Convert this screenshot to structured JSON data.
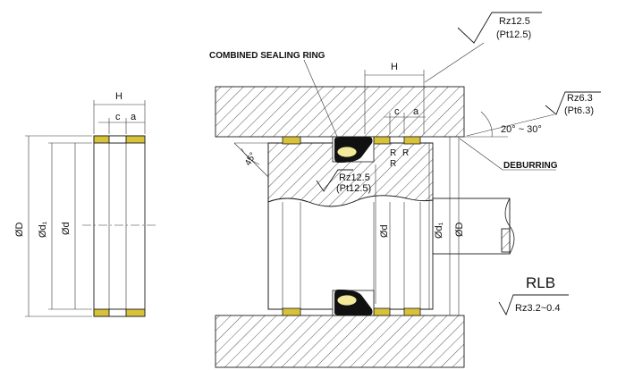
{
  "labels": {
    "combined_ring": "COMBINED SEALING RING",
    "deburring": "DEBURRING",
    "product_code": "RLB",
    "angle_chamfer": "45°",
    "angle_range": "20° ~ 30°"
  },
  "dims": {
    "H": "H",
    "c": "c",
    "a": "a",
    "D": "ØD",
    "d1": "Ød₁",
    "d": "Ød",
    "R": "R"
  },
  "roughness": {
    "top_main": "Rz12.5",
    "top_sub": "(Pt12.5)",
    "right_main": "Rz6.3",
    "right_sub": "(Pt6.3)",
    "center_main": "Rz12.5",
    "center_sub": "(Pt12.5)",
    "rod": "Rz3.2~0.4"
  },
  "colors": {
    "guide_ring": "#d8c23a",
    "seal": "#111111",
    "energizer": "#f2ea9a",
    "hatch": "#2a2a2a"
  }
}
